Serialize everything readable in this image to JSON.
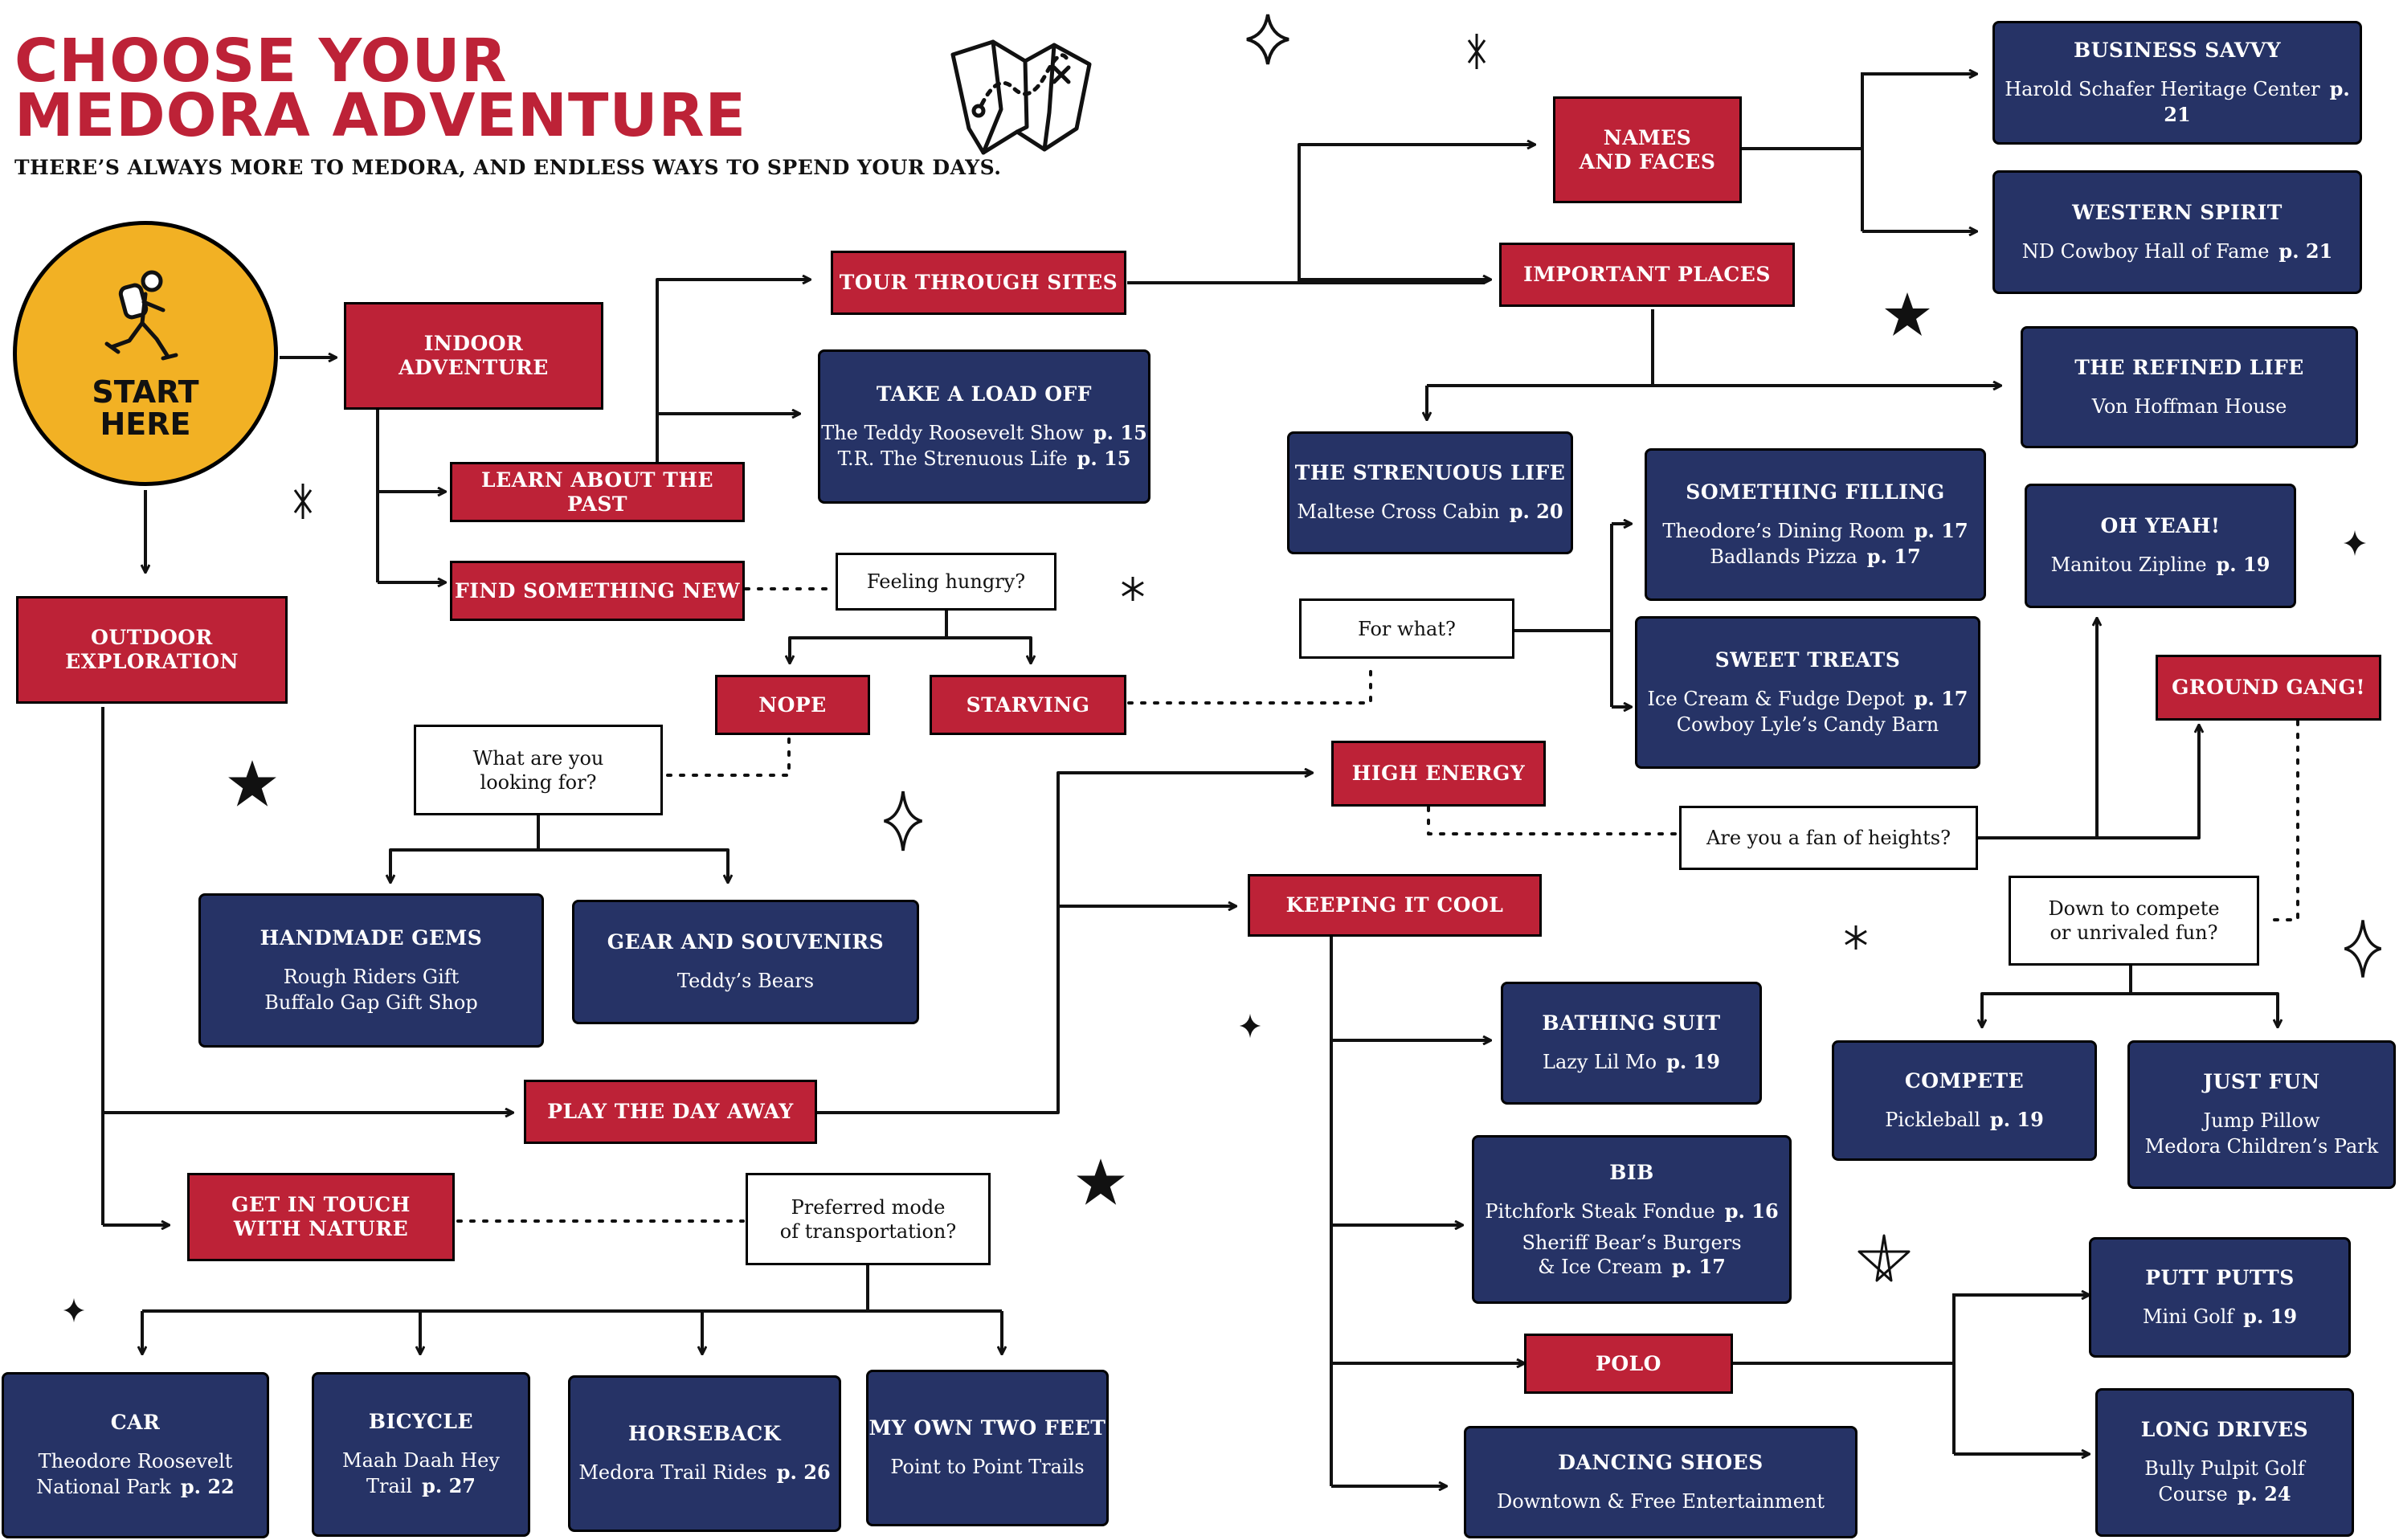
{
  "header": {
    "title_line1": "CHOOSE YOUR",
    "title_line2": "MEDORA ADVENTURE",
    "tagline": "THERE’S ALWAYS MORE TO MEDORA, AND ENDLESS WAYS TO SPEND YOUR DAYS."
  },
  "start": {
    "line1": "START",
    "line2": "HERE"
  },
  "colors": {
    "red": "#bd2237",
    "navy": "#263366",
    "yellow": "#f2b124"
  },
  "icons": [
    "hiker-icon",
    "treasure-map-icon",
    "sparkle-icon",
    "star-icon"
  ],
  "red_labels": {
    "indoor": "INDOOR\nADVENTURE",
    "outdoor": "OUTDOOR\nEXPLORATION",
    "tour": "TOUR THROUGH SITES",
    "learn": "LEARN ABOUT THE PAST",
    "find_new": "FIND SOMETHING NEW",
    "nope": "NOPE",
    "starving": "STARVING",
    "names": "NAMES\nAND FACES",
    "important": "IMPORTANT PLACES",
    "high_energy": "HIGH ENERGY",
    "keeping_cool": "KEEPING IT COOL",
    "ground_gang": "GROUND GANG!",
    "play": "PLAY THE DAY AWAY",
    "nature": "GET IN TOUCH\nWITH NATURE",
    "polo": "POLO"
  },
  "questions": {
    "hungry": "Feeling hungry?",
    "looking": "What are you\nlooking for?",
    "for_what": "For what?",
    "heights": "Are you a fan of heights?",
    "compete": "Down to compete\nor unrivaled fun?",
    "transport": "Preferred mode\nof transportation?"
  },
  "cards": {
    "load_off": {
      "title": "TAKE A LOAD OFF",
      "lines": [
        {
          "text": "The Teddy Roosevelt Show",
          "page": "p. 15"
        },
        {
          "text": "T.R. The Strenuous Life",
          "page": "p. 15"
        }
      ]
    },
    "business": {
      "title": "BUSINESS SAVVY",
      "lines": [
        {
          "text": "Harold Schafer Heritage Center",
          "page": "p. 21"
        }
      ]
    },
    "western": {
      "title": "WESTERN SPIRIT",
      "lines": [
        {
          "text": "ND Cowboy Hall of Fame",
          "page": "p. 21"
        }
      ]
    },
    "refined": {
      "title": "THE REFINED LIFE",
      "lines": [
        {
          "text": "Von Hoffman House",
          "page": ""
        }
      ]
    },
    "strenuous": {
      "title": "THE STRENUOUS LIFE",
      "lines": [
        {
          "text": "Maltese Cross Cabin",
          "page": "p. 20"
        }
      ]
    },
    "filling": {
      "title": "SOMETHING FILLING",
      "lines": [
        {
          "text": "Theodore’s Dining Room",
          "page": "p. 17"
        },
        {
          "text": "Badlands Pizza",
          "page": "p. 17"
        }
      ]
    },
    "sweet": {
      "title": "SWEET TREATS",
      "lines": [
        {
          "text": "Ice Cream & Fudge Depot",
          "page": "p. 17"
        },
        {
          "text": "Cowboy Lyle’s Candy Barn",
          "page": ""
        }
      ]
    },
    "oh_yeah": {
      "title": "OH YEAH!",
      "lines": [
        {
          "text": "Manitou Zipline",
          "page": "p. 19"
        }
      ]
    },
    "handmade": {
      "title": "HANDMADE GEMS",
      "lines": [
        {
          "text": "Rough Riders Gift",
          "page": ""
        },
        {
          "text": "Buffalo Gap Gift Shop",
          "page": ""
        }
      ]
    },
    "gear": {
      "title": "GEAR AND SOUVENIRS",
      "lines": [
        {
          "text": "Teddy’s Bears",
          "page": ""
        }
      ]
    },
    "bathing": {
      "title": "BATHING SUIT",
      "lines": [
        {
          "text": "Lazy Lil Mo",
          "page": "p. 19"
        }
      ]
    },
    "bib": {
      "title": "BIB",
      "lines": [
        {
          "text": "Pitchfork Steak Fondue",
          "page": "p. 16"
        },
        {
          "text": "Sheriff Bear’s Burgers\n& Ice Cream",
          "page": "p. 17"
        }
      ]
    },
    "compete": {
      "title": "COMPETE",
      "lines": [
        {
          "text": "Pickleball",
          "page": "p. 19"
        }
      ]
    },
    "just_fun": {
      "title": "JUST FUN",
      "lines": [
        {
          "text": "Jump Pillow",
          "page": ""
        },
        {
          "text": "Medora Children’s Park",
          "page": ""
        }
      ]
    },
    "putt": {
      "title": "PUTT PUTTS",
      "lines": [
        {
          "text": "Mini Golf",
          "page": "p. 19"
        }
      ]
    },
    "long_drives": {
      "title": "LONG DRIVES",
      "lines": [
        {
          "text": "Bully Pulpit Golf\nCourse",
          "page": "p. 24"
        }
      ]
    },
    "dancing": {
      "title": "DANCING SHOES",
      "lines": [
        {
          "text": "Downtown & Free Entertainment",
          "page": ""
        }
      ]
    },
    "car": {
      "title": "CAR",
      "lines": [
        {
          "text": "Theodore Roosevelt\nNational Park",
          "page": "p. 22"
        }
      ]
    },
    "bicycle": {
      "title": "BICYCLE",
      "lines": [
        {
          "text": "Maah Daah Hey\nTrail",
          "page": "p. 27"
        }
      ]
    },
    "horseback": {
      "title": "HORSEBACK",
      "lines": [
        {
          "text": "Medora Trail Rides",
          "page": "p. 26"
        }
      ]
    },
    "two_feet": {
      "title": "MY OWN TWO FEET",
      "lines": [
        {
          "text": "Point to Point Trails",
          "page": ""
        }
      ]
    }
  }
}
